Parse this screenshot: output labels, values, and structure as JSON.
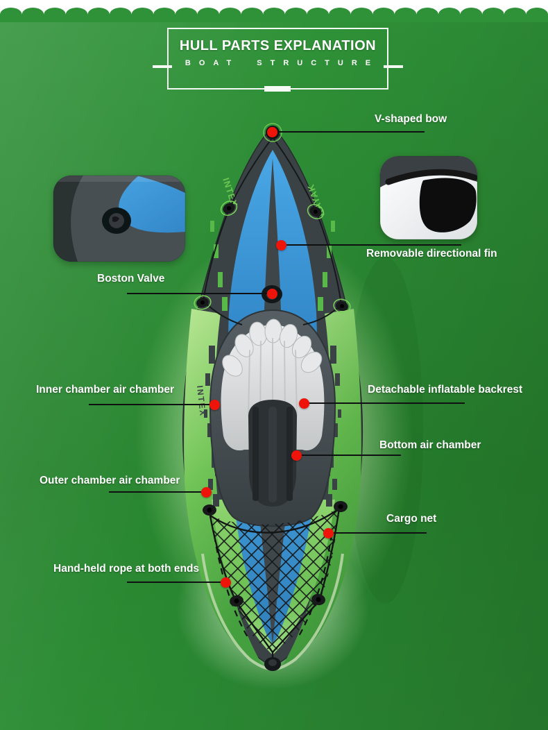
{
  "header": {
    "title": "HULL PARTS EXPLANATION",
    "subtitle": "BOAT STRUCTURE"
  },
  "annotations": [
    {
      "label": "V-shaped bow"
    },
    {
      "label": "Removable directional fin"
    },
    {
      "label": "Boston Valve"
    },
    {
      "label": "Inner chamber air chamber"
    },
    {
      "label": "Detachable inflatable backrest"
    },
    {
      "label": "Bottom air chamber"
    },
    {
      "label": "Outer chamber air chamber"
    },
    {
      "label": "Cargo net"
    },
    {
      "label": "Hand-held rope at both ends"
    }
  ],
  "kayak": {
    "brand_text": "INTEX",
    "model_text": "KAYAK"
  },
  "colors": {
    "marker_red": "#ee1409",
    "hull_charcoal": "#3b4245",
    "deck_blue": "#3d95d2",
    "tube_green": "#5cb84a",
    "background_green": "#2b8a33",
    "label_white": "#ffffff"
  }
}
